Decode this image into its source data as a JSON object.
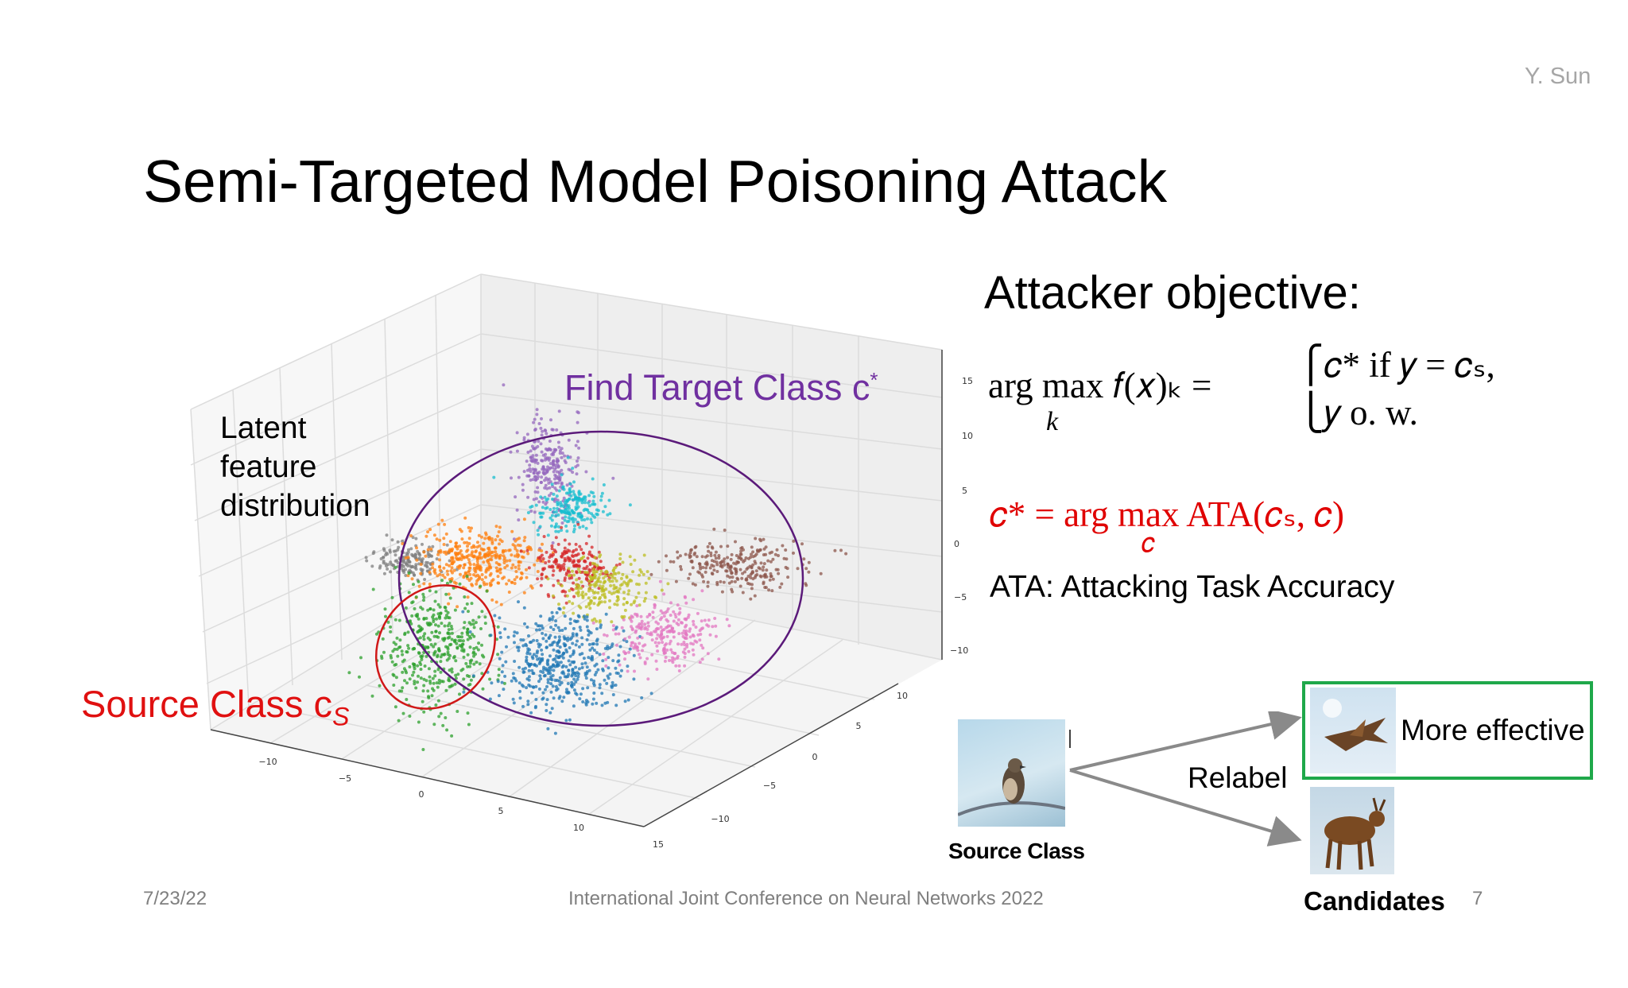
{
  "slide": {
    "author": "Y. Sun",
    "title": "Semi-Targeted Model Poisoning Attack",
    "footer_date": "7/23/22",
    "footer_conference": "International Joint Conference on Neural Networks 2022",
    "page_number": "7"
  },
  "objective": {
    "heading": "Attacker objective:",
    "eq1_main": "arg max 𝑓(𝑥)ₖ =",
    "eq1_sub": "k",
    "eq1_case1": "⎧𝑐* if 𝑦 = 𝑐ₛ,",
    "eq1_case2": "⎩𝑦  o. w.",
    "eq2_main": "𝑐* = arg max ATA(𝑐ₛ, 𝑐)",
    "eq2_sub": "𝑐",
    "ata_definition": "ATA: Attacking Task Accuracy"
  },
  "plot": {
    "latent_label": "Latent feature distribution",
    "target_label": "Find Target Class c",
    "target_sup": "*",
    "source_label": "Source Class c",
    "source_sub": "S",
    "x_ticks": [
      "−10",
      "−5",
      "0",
      "5",
      "10",
      "15"
    ],
    "y_ticks": [
      "−10",
      "−5",
      "0",
      "5",
      "10"
    ],
    "z_ticks": [
      "15",
      "10",
      "5",
      "0",
      "−5",
      "−10"
    ],
    "clusters": [
      {
        "color": "#9467bd"
      },
      {
        "color": "#17becf"
      },
      {
        "color": "#7f7f7f"
      },
      {
        "color": "#ff7f0e"
      },
      {
        "color": "#d62728"
      },
      {
        "color": "#bcbd22"
      },
      {
        "color": "#8c564b"
      },
      {
        "color": "#2ca02c"
      },
      {
        "color": "#1f77b4"
      },
      {
        "color": "#e377c2"
      }
    ]
  },
  "relabel": {
    "source_class_label": "Source Class",
    "relabel_label": "Relabel",
    "more_effective_label": "More effective",
    "candidates_label": "Candidates",
    "highlight_color": "#1fa84a"
  }
}
